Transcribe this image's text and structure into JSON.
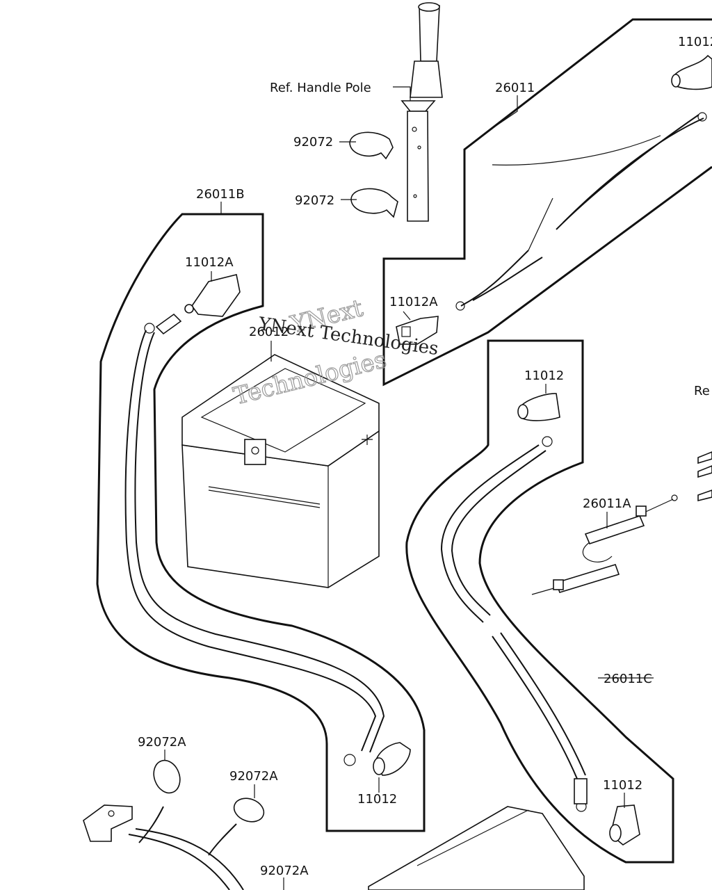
{
  "labels": {
    "ref_handle_pole": "Ref. Handle Pole",
    "clamp_upper": "92072",
    "clamp_lower": "92072",
    "cable_top": "26011",
    "cable_left": "26011B",
    "cable_right": "26011C",
    "cable_lead": "26011A",
    "boot_top_right": "11012",
    "boot_left": "11012A",
    "boot_middle": "11012A",
    "boot_right_mid": "11012",
    "boot_bottom_left": "11012",
    "boot_bottom_right": "11012",
    "battery": "26012",
    "band_1": "92072A",
    "band_2": "92072A",
    "band_3": "92072A",
    "ref_right_edge": "Re"
  },
  "watermark": {
    "line1": "YNext",
    "line2": "Technologies",
    "line3": "YNext Technologies"
  }
}
